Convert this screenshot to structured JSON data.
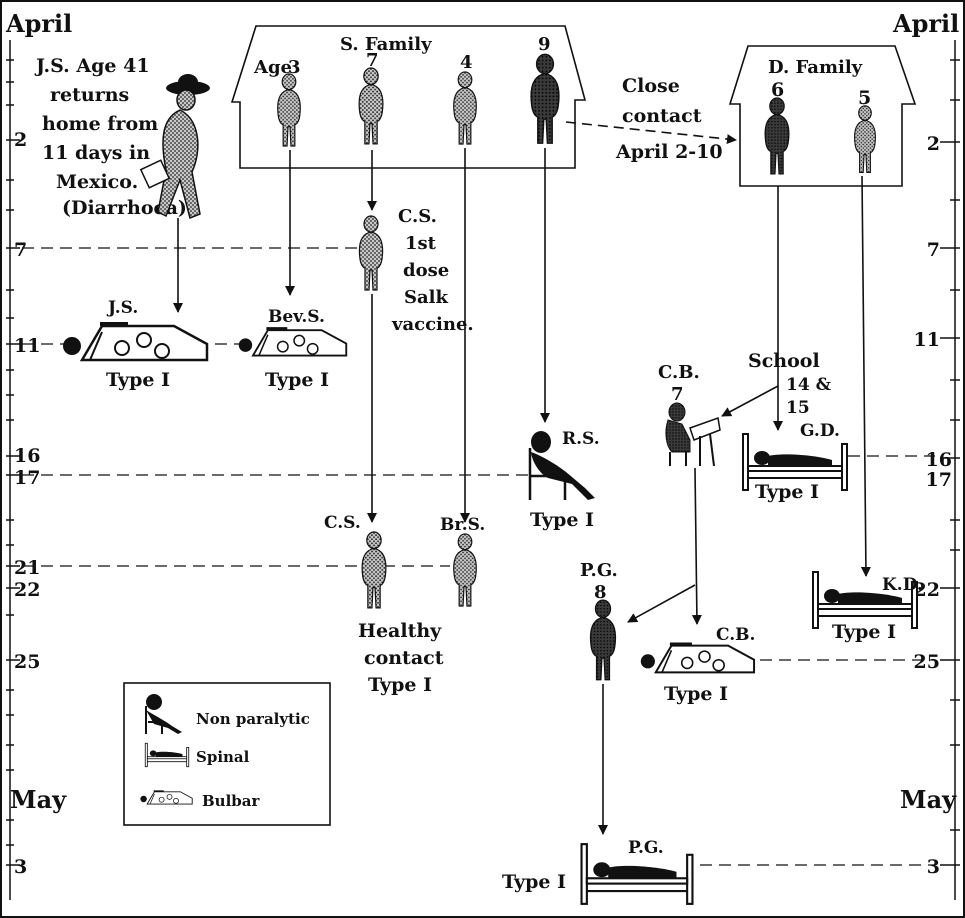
{
  "timeline": {
    "left_month_top": "April",
    "right_month_top": "April",
    "left_month_mid": "May",
    "right_month_mid": "May",
    "left_days": [
      "2",
      "7",
      "11",
      "16",
      "17",
      "21",
      "22",
      "25",
      "3"
    ],
    "right_days": [
      "2",
      "7",
      "11",
      "16",
      "17",
      "22",
      "25",
      "3"
    ]
  },
  "js": {
    "caption_lines": [
      "J.S. Age 41",
      "returns",
      "home from",
      "11 days in",
      "Mexico.",
      "(Diarrhoea)"
    ],
    "case_label": "J.S.",
    "case_type": "Type I"
  },
  "s_family": {
    "title": "S. Family",
    "age_prefix": "Age",
    "ages": [
      "3",
      "7",
      "4",
      "9"
    ]
  },
  "bev": {
    "case_label": "Bev.S.",
    "case_type": "Type I"
  },
  "cs": {
    "vaccine_lines": [
      "C.S.",
      "1st",
      "dose",
      "Salk",
      "vaccine."
    ],
    "later_label": "C.S."
  },
  "brs": {
    "label": "Br.S."
  },
  "healthy": {
    "lines": [
      "Healthy",
      "contact",
      "Type I"
    ]
  },
  "rs": {
    "label": "R.S.",
    "case_type": "Type I"
  },
  "contact": {
    "lines": [
      "Close",
      "contact",
      "April 2-10"
    ]
  },
  "d_family": {
    "title": "D. Family",
    "ages": [
      "6",
      "5"
    ]
  },
  "school": {
    "lines": [
      "School",
      "14 &",
      "15"
    ]
  },
  "cb": {
    "name": "C.B.",
    "age": "7",
    "case_label": "C.B.",
    "case_type": "Type I"
  },
  "gd": {
    "label": "G.D.",
    "case_type": "Type I"
  },
  "kd": {
    "label": "K.D.",
    "case_type": "Type I"
  },
  "pg": {
    "name": "P.G.",
    "age": "8",
    "case_label": "P.G.",
    "case_type": "Type I"
  },
  "legend": {
    "items": [
      {
        "label": "Non paralytic",
        "icon": "non-paralytic-icon"
      },
      {
        "label": "Spinal",
        "icon": "spinal-bed-icon"
      },
      {
        "label": "Bulbar",
        "icon": "bulbar-respirator-icon"
      }
    ]
  },
  "colors": {
    "ink": "#111111",
    "stipple": "#7a7a7a",
    "paper": "#ffffff"
  }
}
